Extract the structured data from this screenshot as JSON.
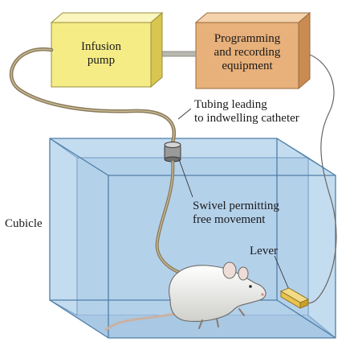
{
  "labels": {
    "infusion_pump": [
      "Infusion",
      "pump"
    ],
    "programming": [
      "Programming",
      "and recording",
      "equipment"
    ],
    "tubing": [
      "Tubing leading",
      "to indwelling catheter"
    ],
    "swivel": [
      "Swivel permitting",
      "free movement"
    ],
    "cubicle": "Cubicle",
    "lever": "Lever"
  },
  "colors": {
    "pump_face": "#f6ec86",
    "pump_top": "#fbf6be",
    "pump_side": "#d8c650",
    "equipment_face": "#e8b07a",
    "equipment_top": "#f3d2ac",
    "equipment_side": "#c98b52",
    "cubicle_fill": "#bfd9ee",
    "cubicle_edge": "#5c8bb4",
    "tubing": "#8a7a5a",
    "rat_body": "#f1f1ee",
    "lever": "#e7c24e"
  }
}
